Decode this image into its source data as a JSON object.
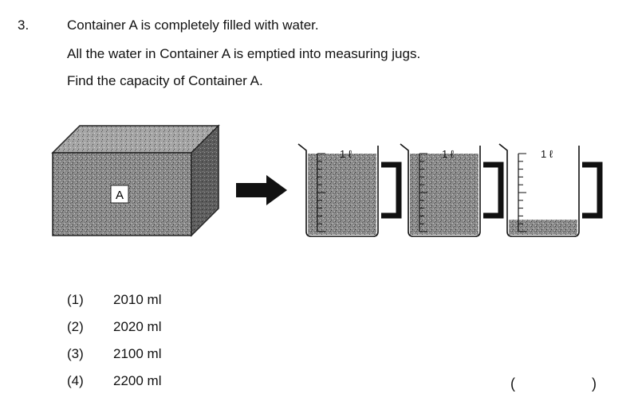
{
  "question": {
    "number": "3.",
    "lines": [
      "Container A is completely filled with water.",
      "All the water in Container A is emptied into measuring jugs.",
      "Find the capacity of Container A."
    ]
  },
  "figure": {
    "container_label": "A",
    "jug_mark": "1 ℓ",
    "jugs": [
      {
        "fill_fraction": 1.0
      },
      {
        "fill_fraction": 1.0
      },
      {
        "fill_fraction": 0.2
      }
    ]
  },
  "options": [
    {
      "num": "(1)",
      "text": "2010 ml"
    },
    {
      "num": "(2)",
      "text": "2020 ml"
    },
    {
      "num": "(3)",
      "text": "2100 ml"
    },
    {
      "num": "(4)",
      "text": "2200 ml"
    }
  ],
  "answer_bracket": {
    "open": "(",
    "close": ")"
  }
}
